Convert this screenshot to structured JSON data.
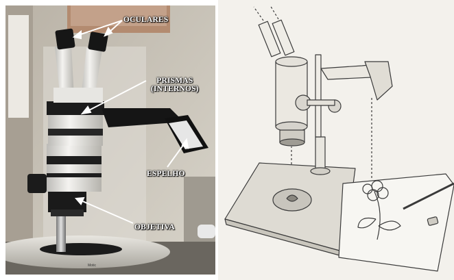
{
  "figure": {
    "left_panel": "Fotografia de lupa estereoscópica com componentes indicados",
    "right_panel": "Desenho de lupa estereoscópica"
  },
  "labels": {
    "oculares": "OCULARES",
    "prismas_line1": "PRISMAS",
    "prismas_line2": "(INTERNOS)",
    "espelho": "ESPELHO",
    "objetiva": "OBJETIVA"
  },
  "brand": "Motic",
  "colors": {
    "label_text": "#ffffff",
    "arrow": "#ffffff",
    "microscope_body": "#e9e8e4",
    "microscope_dark": "#1c1c1c",
    "background_wall": "#c9c4b8",
    "sketch_bg": "#f3f1ec"
  }
}
